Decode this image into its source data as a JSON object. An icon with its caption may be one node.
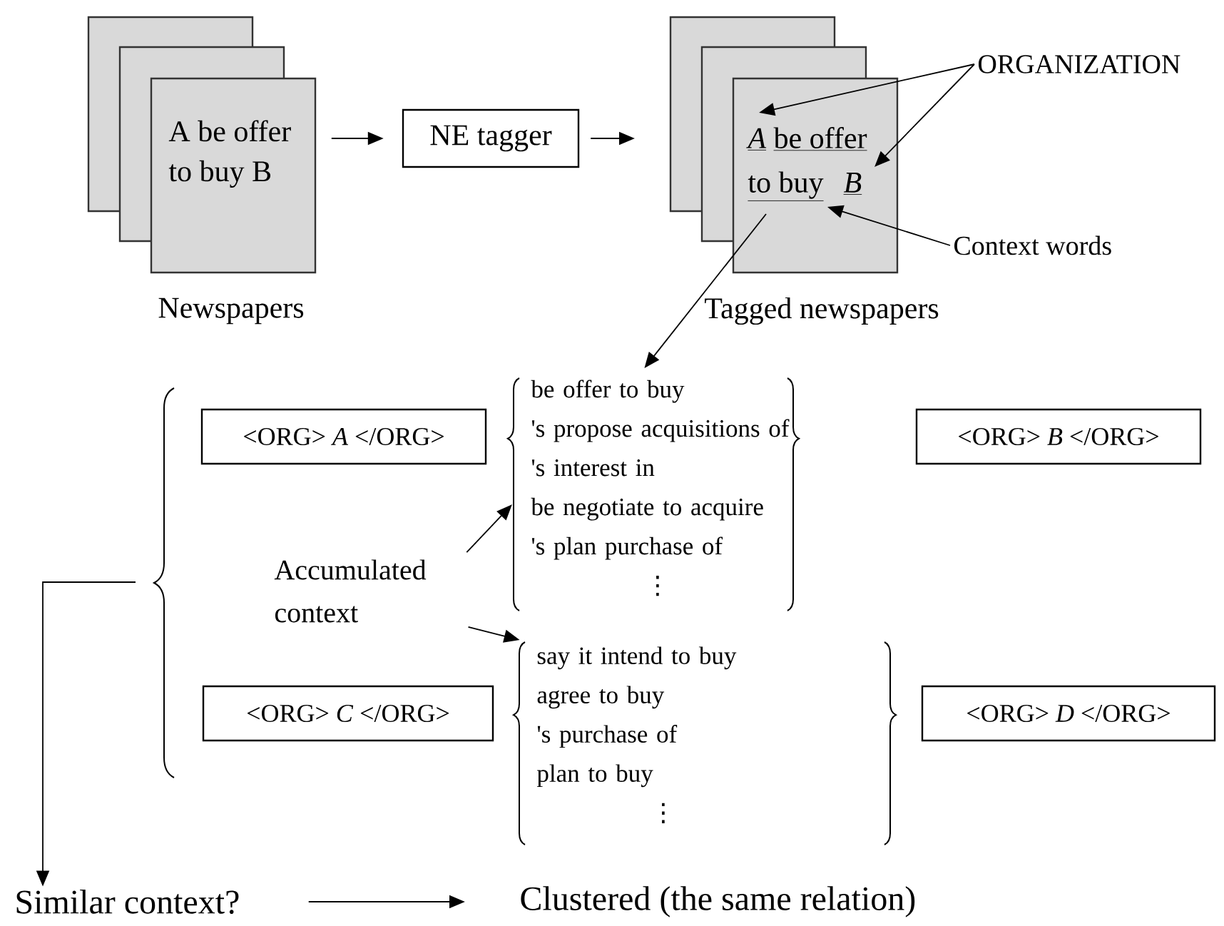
{
  "diagram": {
    "nodes": [
      {
        "text": [
          "A be offer to buy B"
        ],
        "beside": [
          "Newspapers"
        ]
      },
      {
        "text": [
          "NE tagger"
        ]
      },
      {
        "text": [
          "A",
          "be offer",
          "to buy",
          "B"
        ],
        "beside": [
          "Tagged newspapers"
        ]
      },
      {
        "text": [
          "ORGANIZATION"
        ]
      },
      {
        "text": [
          "Context words"
        ]
      },
      {
        "text": [
          "<ORG> *A* </ORG>"
        ]
      },
      {
        "text": [
          "be offer to buy",
          "'s propose acquisitions of",
          "'s interest in",
          "be negotiate to acquire",
          "'s plan purchase of",
          "⋮"
        ]
      },
      {
        "text": [
          "<ORG> *B* </ORG>"
        ]
      },
      {
        "text": [
          "Accumulated context"
        ]
      },
      {
        "text": [
          "<ORG> *C* </ORG>"
        ]
      },
      {
        "text": [
          "say it intend to buy",
          "agree to buy",
          "'s purchase of",
          "plan to buy",
          "⋮"
        ]
      },
      {
        "text": [
          "<ORG> *D* </ORG>"
        ]
      },
      {
        "text": [
          "Similar context?"
        ]
      },
      {
        "text": [
          "Clustered (the same relation)"
        ]
      }
    ],
    "edges": [
      {
        "from": 0,
        "to": 1,
        "arrow": "to"
      },
      {
        "from": 1,
        "to": 2,
        "arrow": "to"
      },
      {
        "from": 3,
        "to": 2,
        "arrow": "to"
      },
      {
        "from": 3,
        "to": 2,
        "arrow": "to"
      },
      {
        "from": 4,
        "to": 2,
        "arrow": "to"
      },
      {
        "from": 2,
        "to": 6,
        "arrow": "to"
      },
      {
        "from": 8,
        "to": 6,
        "arrow": "to"
      },
      {
        "from": 8,
        "to": 10,
        "arrow": "to"
      },
      {
        "from": null,
        "to": 12,
        "arrow": "to"
      },
      {
        "from": 12,
        "to": 13,
        "arrow": "to"
      }
    ]
  }
}
